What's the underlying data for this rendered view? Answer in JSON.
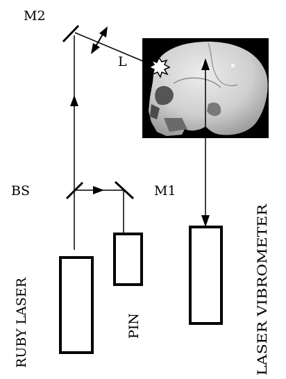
{
  "labels": {
    "m2": "M2",
    "l": "L",
    "bs": "BS",
    "m1": "M1",
    "ruby_laser": "RUBY LASER",
    "pin": "PIN",
    "laser_vibrometer": "LASER VIBROMETER"
  },
  "colors": {
    "line": "#000000",
    "photo_background": "#000000",
    "bone_light": "#e2e2e2",
    "bone_mid": "#bdbdbd",
    "bone_dark": "#8c8c8c",
    "page": "#ffffff"
  },
  "icons": {
    "skull": "skull-photo",
    "impact": "starburst-icon"
  }
}
